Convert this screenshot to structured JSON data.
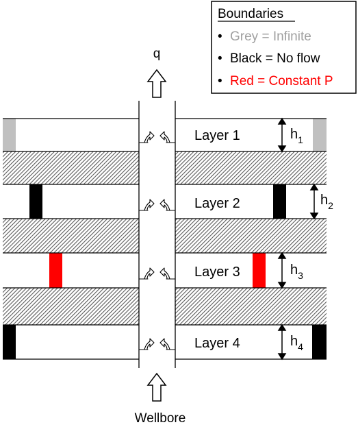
{
  "legend": {
    "title": "Boundaries",
    "items": [
      {
        "text": "Grey = Infinite",
        "color": "#a0a0a0"
      },
      {
        "text": "Black = No flow",
        "color": "#000000"
      },
      {
        "text": "Red = Constant P",
        "color": "#ff0000"
      }
    ],
    "bullet": "•"
  },
  "flow_label": "q",
  "wellbore_label": "Wellbore",
  "colors": {
    "grey": "#c0c0c0",
    "black": "#000000",
    "red": "#ff0000",
    "shale_hatch": "#5a5a5a"
  },
  "layers": [
    {
      "name": "Layer 1",
      "h_base": "h",
      "h_sub": "1",
      "boundary": "grey"
    },
    {
      "name": "Layer 2",
      "h_base": "h",
      "h_sub": "2",
      "boundary": "black"
    },
    {
      "name": "Layer 3",
      "h_base": "h",
      "h_sub": "3",
      "boundary": "red"
    },
    {
      "name": "Layer 4",
      "h_base": "h",
      "h_sub": "4",
      "boundary": "black"
    }
  ]
}
